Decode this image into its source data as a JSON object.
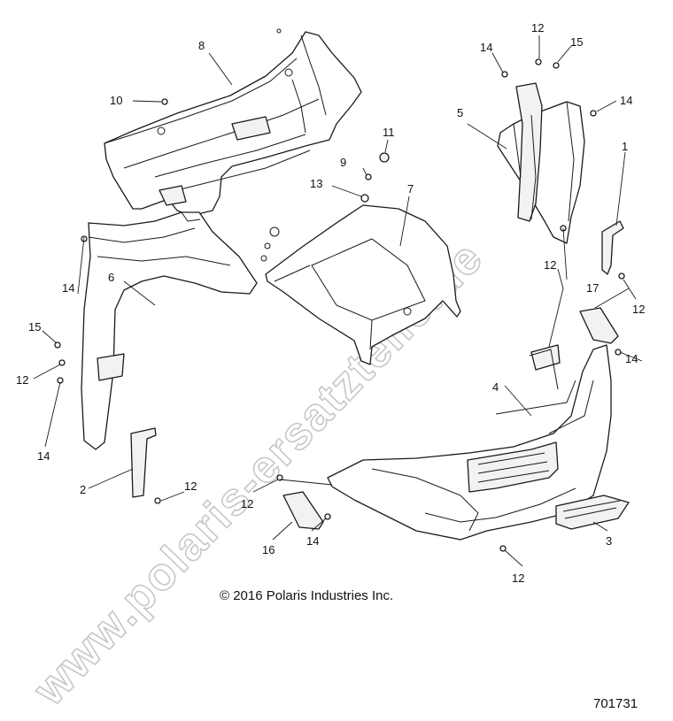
{
  "diagram": {
    "copyright": "© 2016 Polaris Industries Inc.",
    "drawing_number": "701731",
    "watermark": "www.polaris-ersatzteile.de",
    "callouts": [
      {
        "id": "c8",
        "label": "8"
      },
      {
        "id": "c10",
        "label": "10"
      },
      {
        "id": "c14a",
        "label": "14"
      },
      {
        "id": "c12a",
        "label": "12"
      },
      {
        "id": "c15a",
        "label": "15"
      },
      {
        "id": "c14b",
        "label": "14"
      },
      {
        "id": "c5",
        "label": "5"
      },
      {
        "id": "c11",
        "label": "11"
      },
      {
        "id": "c9",
        "label": "9"
      },
      {
        "id": "c13",
        "label": "13"
      },
      {
        "id": "c7",
        "label": "7"
      },
      {
        "id": "c1",
        "label": "1"
      },
      {
        "id": "c6",
        "label": "6"
      },
      {
        "id": "c14c",
        "label": "14"
      },
      {
        "id": "c15b",
        "label": "15"
      },
      {
        "id": "c12b",
        "label": "12"
      },
      {
        "id": "c12c",
        "label": "12"
      },
      {
        "id": "c17",
        "label": "17"
      },
      {
        "id": "c12d",
        "label": "12"
      },
      {
        "id": "c14d",
        "label": "14"
      },
      {
        "id": "c14e",
        "label": "14"
      },
      {
        "id": "c4",
        "label": "4"
      },
      {
        "id": "c2",
        "label": "2"
      },
      {
        "id": "c12e",
        "label": "12"
      },
      {
        "id": "c12f",
        "label": "12"
      },
      {
        "id": "c16",
        "label": "16"
      },
      {
        "id": "c14f",
        "label": "14"
      },
      {
        "id": "c3",
        "label": "3"
      },
      {
        "id": "c12g",
        "label": "12"
      }
    ]
  }
}
